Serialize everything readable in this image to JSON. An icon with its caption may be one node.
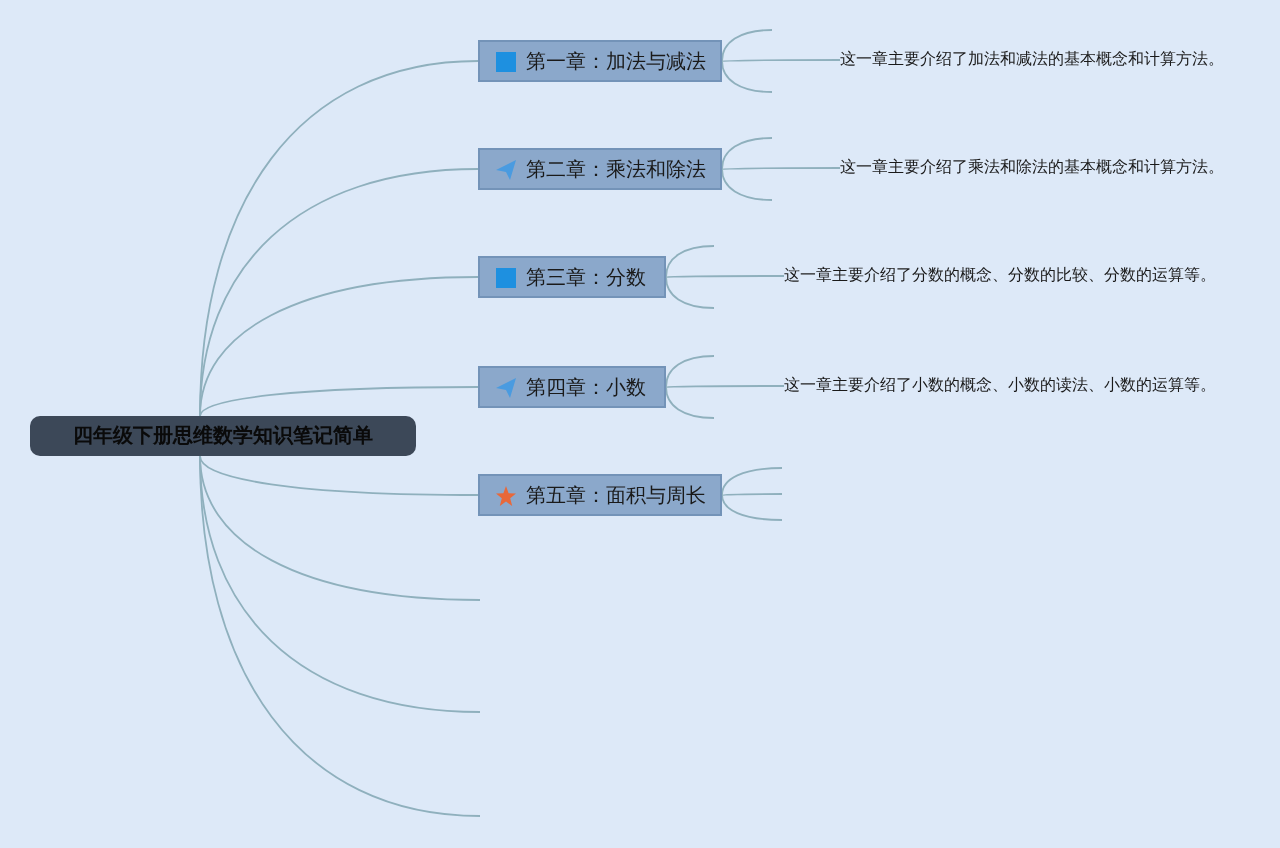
{
  "diagram": {
    "nodes": [
      {
        "text": [
          "四年级下册思维数学知识笔记简单"
        ]
      },
      {
        "text": [
          "第一章：加法与减法"
        ]
      },
      {
        "text": [
          "第二章：乘法和除法"
        ]
      },
      {
        "text": [
          "第三章：分数"
        ]
      },
      {
        "text": [
          "第四章：小数"
        ]
      },
      {
        "text": [
          "第五章：面积与周长"
        ]
      },
      {
        "text": [
          "这一章主要介绍了加法和减法的基本概念和计算方法。"
        ]
      },
      {
        "text": [
          "这一章主要介绍了乘法和除法的基本概念和计算方法。"
        ]
      },
      {
        "text": [
          "这一章主要介绍了分数的概念、分数的比较、分数的运算等。"
        ]
      },
      {
        "text": [
          "这一章主要介绍了小数的概念、小数的读法、小数的运算等。"
        ]
      }
    ],
    "edges": [
      {
        "from": 0,
        "to": 1,
        "arrow": "none"
      },
      {
        "from": 0,
        "to": 2,
        "arrow": "none"
      },
      {
        "from": 0,
        "to": 3,
        "arrow": "none"
      },
      {
        "from": 0,
        "to": 4,
        "arrow": "none"
      },
      {
        "from": 0,
        "to": 5,
        "arrow": "none"
      },
      {
        "from": 0,
        "to": null,
        "arrow": "none"
      },
      {
        "from": 0,
        "to": null,
        "arrow": "none"
      },
      {
        "from": 0,
        "to": null,
        "arrow": "none"
      },
      {
        "from": 1,
        "to": null,
        "arrow": "none"
      },
      {
        "from": 1,
        "to": 6,
        "arrow": "none"
      },
      {
        "from": 1,
        "to": null,
        "arrow": "none"
      },
      {
        "from": 2,
        "to": null,
        "arrow": "none"
      },
      {
        "from": 2,
        "to": 7,
        "arrow": "none"
      },
      {
        "from": 2,
        "to": null,
        "arrow": "none"
      },
      {
        "from": 3,
        "to": null,
        "arrow": "none"
      },
      {
        "from": 3,
        "to": 8,
        "arrow": "none"
      },
      {
        "from": 3,
        "to": null,
        "arrow": "none"
      },
      {
        "from": 4,
        "to": null,
        "arrow": "none"
      },
      {
        "from": 4,
        "to": 9,
        "arrow": "none"
      },
      {
        "from": 4,
        "to": null,
        "arrow": "none"
      },
      {
        "from": 5,
        "to": null,
        "arrow": "none"
      },
      {
        "from": 5,
        "to": null,
        "arrow": "none"
      },
      {
        "from": 5,
        "to": null,
        "arrow": "none"
      }
    ]
  }
}
